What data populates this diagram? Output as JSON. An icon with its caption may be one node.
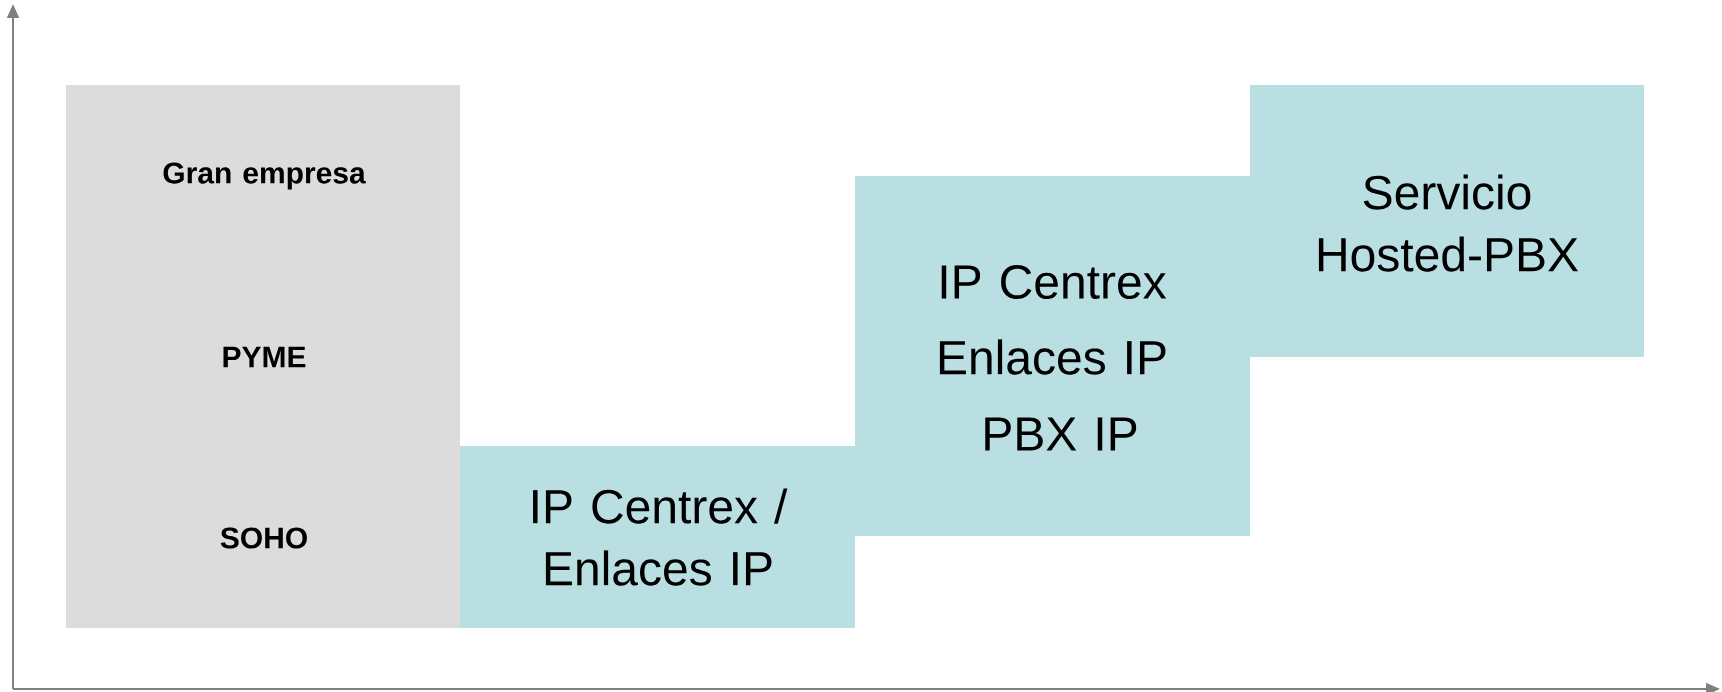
{
  "diagram": {
    "nodes": [
      {
        "text": [
          "Gran empresa",
          "PYME",
          "SOHO"
        ]
      },
      {
        "text": [
          "IP Centrex / Enlaces IP"
        ]
      },
      {
        "text": [
          "IP Centrex",
          "Enlaces IP",
          "PBX IP"
        ]
      },
      {
        "text": [
          "Servicio Hosted-PBX"
        ]
      }
    ]
  }
}
